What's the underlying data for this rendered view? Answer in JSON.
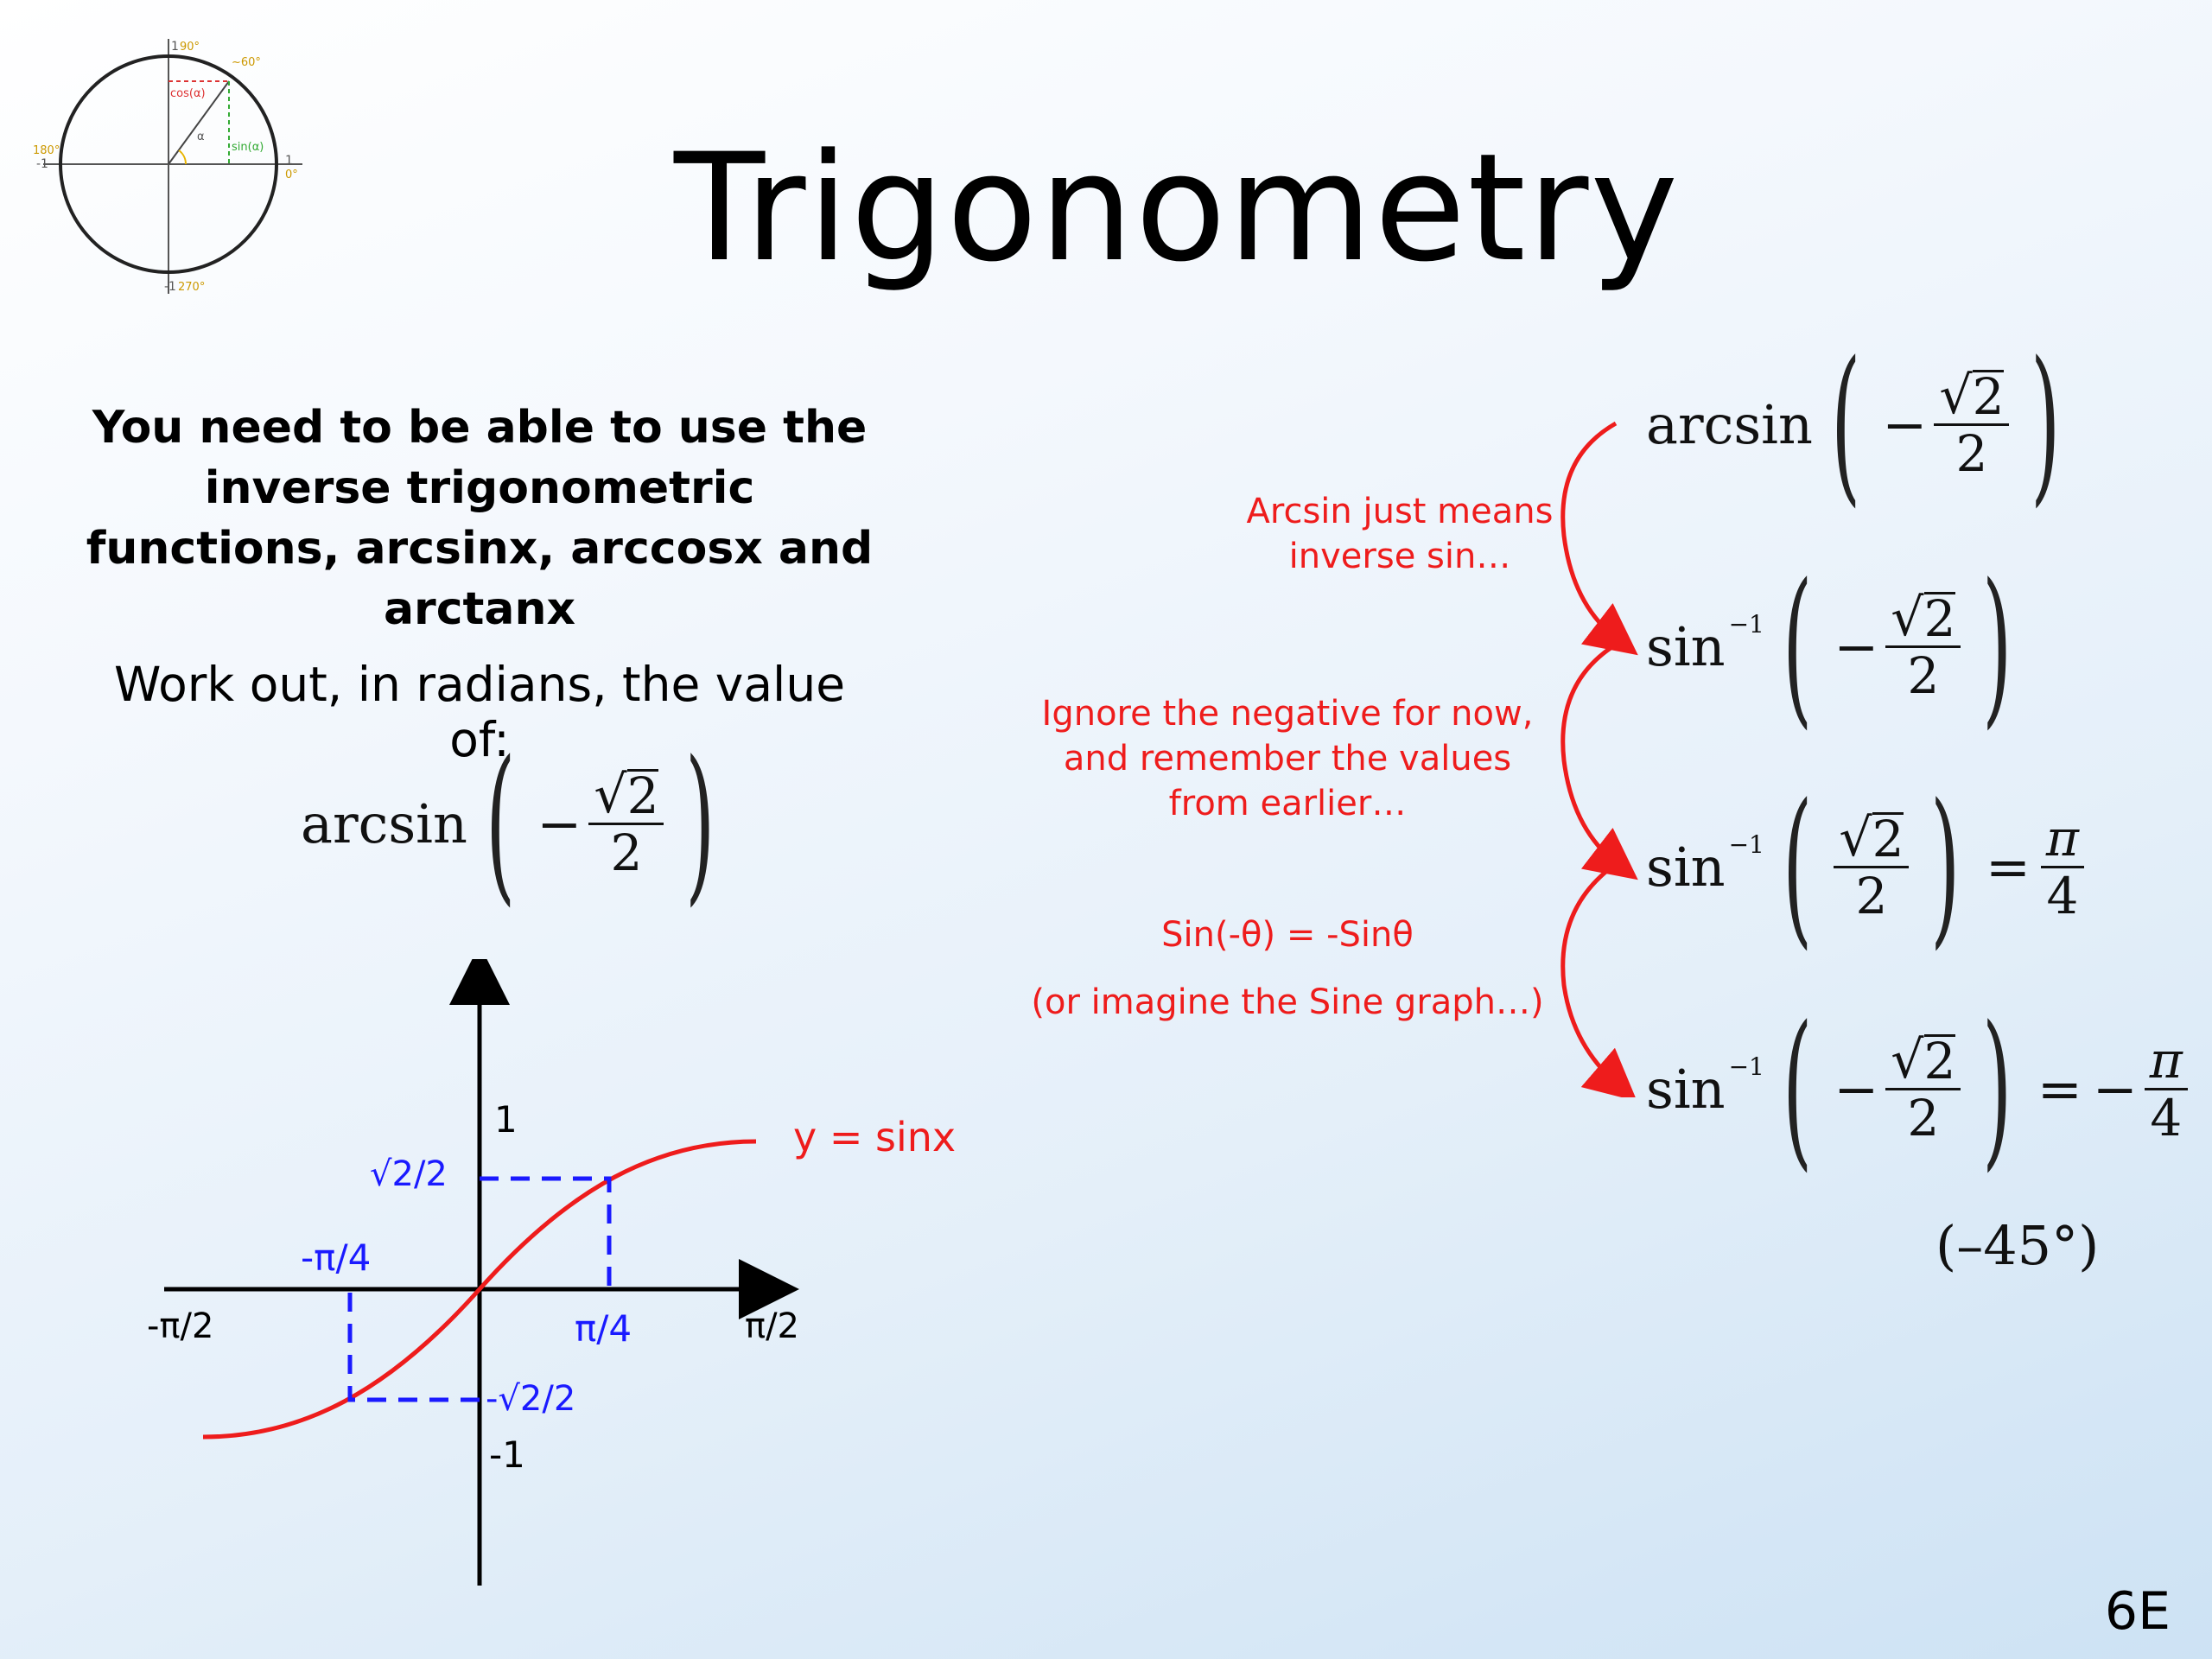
{
  "title": "Trigonometry",
  "intro": "You need to be able to use the inverse trigonometric functions, arcsinx, arccosx and arctanx",
  "task": "Work out, in radians, the value of:",
  "expression": {
    "fn": "arcsin",
    "minus": "−",
    "num_sqrt": "√",
    "num_radicand": "2",
    "den": "2"
  },
  "steps": [
    {
      "fn": "arcsin",
      "sup": "",
      "minus": "−",
      "radicand": "2",
      "den": "2",
      "result": ""
    },
    {
      "fn": "sin",
      "sup": "−1",
      "minus": "−",
      "radicand": "2",
      "den": "2",
      "result": ""
    },
    {
      "fn": "sin",
      "sup": "−1",
      "minus": "",
      "radicand": "2",
      "den": "2",
      "result_num": "π",
      "result_den": "4",
      "result_sign": ""
    },
    {
      "fn": "sin",
      "sup": "−1",
      "minus": "−",
      "radicand": "2",
      "den": "2",
      "result_num": "π",
      "result_den": "4",
      "result_sign": "−"
    }
  ],
  "notes": {
    "arcsin_meaning": "Arcsin just means inverse sin…",
    "ignore_negative": "Ignore the negative for now, and remember the values from earlier…",
    "identity": "Sin(-θ) = -Sinθ",
    "imagine": "(or imagine the Sine graph…)"
  },
  "angle_note": "(–45°)",
  "slide_number": "6E",
  "unit_circle": {
    "top": "1",
    "top_deg": "90°",
    "right": "1",
    "right_deg": "0°",
    "left": "-1",
    "left_deg": "180°",
    "bottom": "-1",
    "bottom_deg": "270°",
    "angle_deg": "~60°",
    "cos_label": "cos(α)",
    "sin_label": "sin(α)",
    "alpha": "α"
  },
  "graph": {
    "curve_label": "y = sinx",
    "y_one": "1",
    "y_neg_one": "-1",
    "x_neg_half_pi": "-π/2",
    "x_half_pi": "π/2",
    "x_quarter_pi": "π/4",
    "x_neg_quarter_pi": "-π/4",
    "y_root2_over2": "√2/2",
    "y_neg_root2_over2": "-√2/2"
  },
  "colors": {
    "red": "#ee1c1c",
    "blue": "#1a1aff",
    "black": "#000000"
  }
}
